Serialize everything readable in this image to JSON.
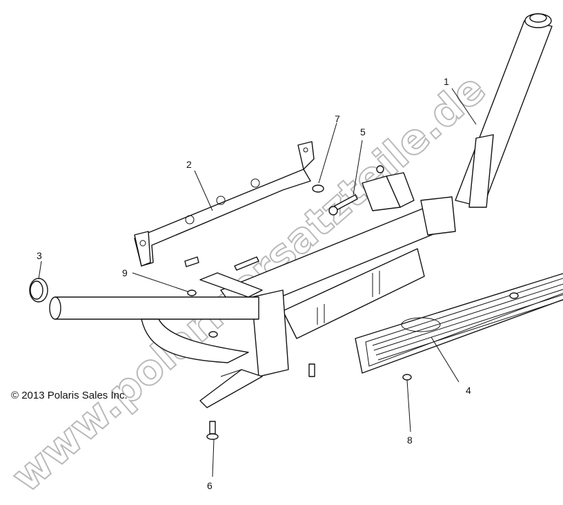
{
  "copyright": "© 2013 Polaris Sales Inc.",
  "watermark": "www.polarisersatzteile.de",
  "callouts": [
    "1",
    "2",
    "3",
    "4",
    "5",
    "6",
    "7",
    "8",
    "9"
  ],
  "colors": {
    "ink": "#111111",
    "watermark": "#b9b9b9",
    "background": "#ffffff"
  }
}
